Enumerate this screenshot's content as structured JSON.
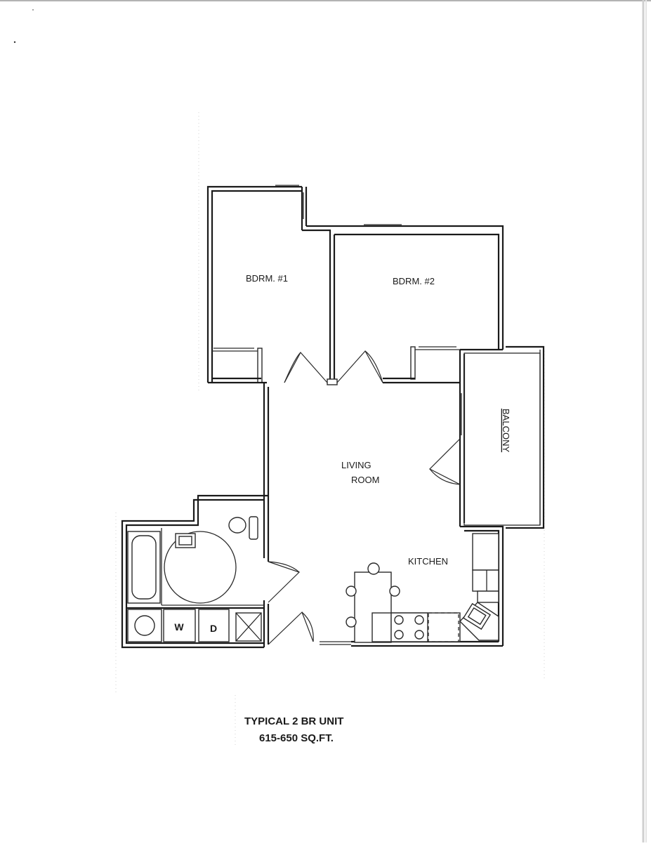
{
  "rooms": {
    "bedroom1": "BDRM. #1",
    "bedroom2": "BDRM. #2",
    "living_line1": "LIVING",
    "living_line2": "ROOM",
    "kitchen": "KITCHEN",
    "balcony": "BALCONY"
  },
  "appliances": {
    "washer": "W",
    "dryer": "D"
  },
  "caption": {
    "line1": "TYPICAL 2 BR UNIT",
    "line2": "615-650 SQ.FT."
  }
}
